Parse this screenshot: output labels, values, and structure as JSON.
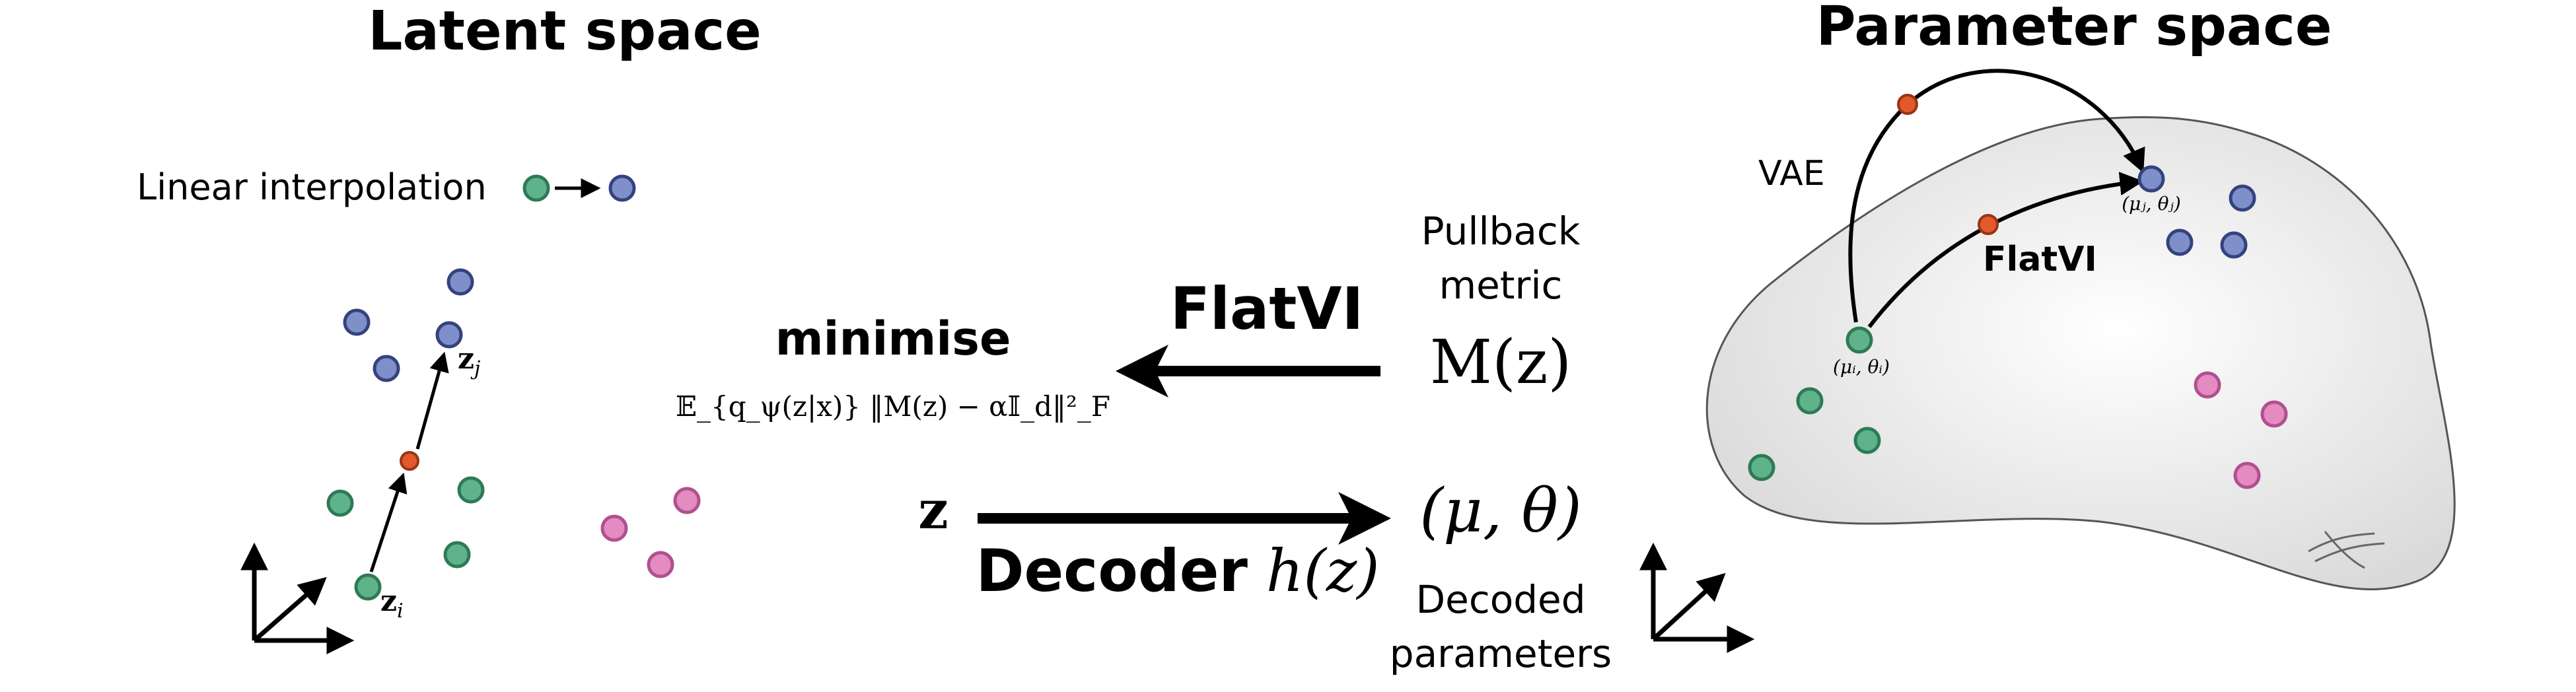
{
  "latent": {
    "title": "Latent space",
    "interp_label": "Linear interpolation",
    "zi_label": "z",
    "zi_sub": "i",
    "zj_label": "z",
    "zj_sub": "j"
  },
  "middle": {
    "minimise": "minimise",
    "objective": "𝔼_{q_ψ(z|x)} ‖M(z) − α𝕀_d‖²_F",
    "flatvi": "FlatVI",
    "pullback_l1": "Pullback",
    "pullback_l2": "metric",
    "metric_expr": "M(z)",
    "z_label": "z",
    "decoder_word": "Decoder",
    "decoder_expr": "h(z)",
    "param_expr": "(μ, θ)",
    "decoded_l1": "Decoded",
    "decoded_l2": "parameters"
  },
  "param": {
    "title": "Parameter space",
    "vae_label": "VAE",
    "flatvi_label": "FlatVI",
    "pt_i_label": "(μᵢ, θᵢ)",
    "pt_j_label": "(μⱼ, θⱼ)"
  },
  "colors": {
    "green": "#5fb38a",
    "green_stroke": "#2e7a55",
    "blue": "#7f8fc9",
    "blue_stroke": "#34427e",
    "pink": "#e48cc2",
    "pink_stroke": "#b0508e",
    "orange": "#e2592c",
    "orange_stroke": "#9a3415",
    "manifold_fill": "#ececec",
    "ink": "#000000"
  }
}
